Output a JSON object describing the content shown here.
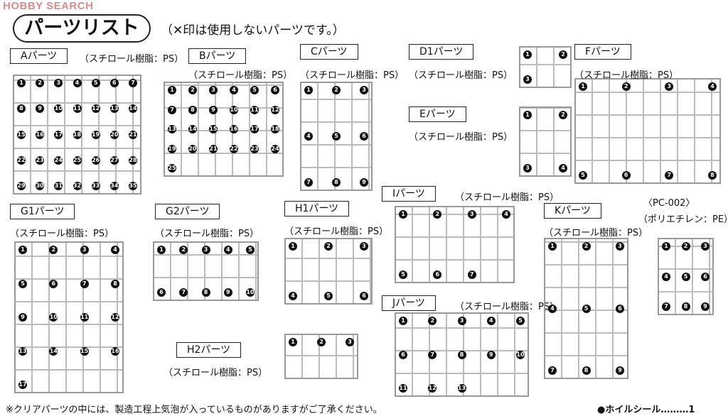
{
  "watermark": "HOBBY SEARCH",
  "title": "パーツリスト",
  "note": "（✕印は使用しないパーツです。）",
  "sections": [
    {
      "id": "A",
      "label": "Aパーツ",
      "material": "（スチロール樹脂：PS）",
      "parts": 35
    },
    {
      "id": "B",
      "label": "Bパーツ",
      "material": "（スチロール樹脂：PS）",
      "parts": 25
    },
    {
      "id": "C",
      "label": "Cパーツ",
      "material": "（スチロール樹脂：PS）",
      "parts": 9
    },
    {
      "id": "D1",
      "label": "D1パーツ",
      "material": "（スチロール樹脂：PS）",
      "parts": 3
    },
    {
      "id": "E",
      "label": "Eパーツ",
      "material": "（スチロール樹脂：PS）",
      "parts": 4
    },
    {
      "id": "F",
      "label": "Fパーツ",
      "material": "（スチロール樹脂：PS）",
      "parts": 8
    },
    {
      "id": "G1",
      "label": "G1パーツ",
      "material": "（スチロール樹脂：PS）",
      "parts": 17
    },
    {
      "id": "G2",
      "label": "G2パーツ",
      "material": "（スチロール樹脂：PS）",
      "parts": 10
    },
    {
      "id": "H1",
      "label": "H1パーツ",
      "material": "（スチロール樹脂：PS）",
      "parts": 6
    },
    {
      "id": "H2",
      "label": "H2パーツ",
      "material": "（スチロール樹脂：PS）",
      "parts": 3
    },
    {
      "id": "I",
      "label": "Iパーツ",
      "material": "（スチロール樹脂：PS）",
      "parts": 7
    },
    {
      "id": "J",
      "label": "Jパーツ",
      "material": "（スチロール樹脂：PS）",
      "parts": 13
    },
    {
      "id": "K",
      "label": "Kパーツ",
      "material": "（スチロール樹脂：PS）",
      "parts": 9
    },
    {
      "id": "PC",
      "label": "〈PC-002〉",
      "material": "（ポリエチレン：PE）",
      "parts": 9
    }
  ],
  "footnote": "※クリアパーツの中には、製造工程上気泡が入っているものがありますがご了承ください。",
  "foil": "●ホイルシール………1"
}
